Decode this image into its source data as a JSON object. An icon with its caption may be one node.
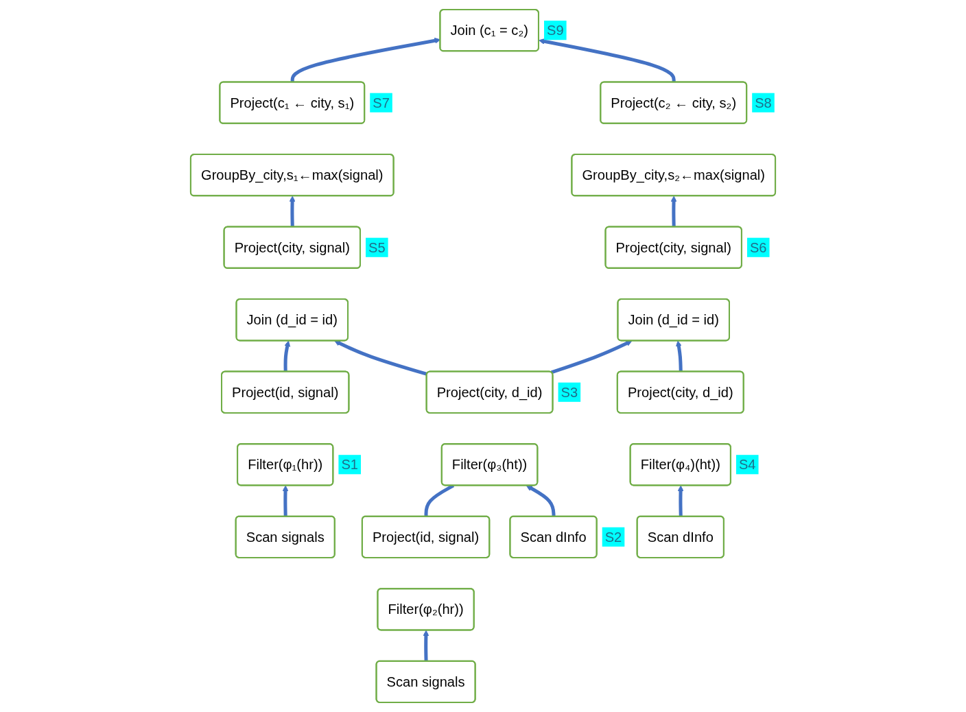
{
  "diagram": {
    "nodes": [
      {
        "text": [
          "Join (c₁ = c₂)"
        ],
        "beside": [
          "S9"
        ]
      },
      {
        "text": [
          "Project(c₁ ← city, s₁)"
        ],
        "beside": [
          "S7"
        ]
      },
      {
        "text": [
          "GroupBy_city,s₁←max(signal)"
        ]
      },
      {
        "text": [
          "Project(c₂ ← city, s₂)"
        ],
        "beside": [
          "S8"
        ]
      },
      {
        "text": [
          "GroupBy_city,s₂←max(signal)"
        ]
      },
      {
        "text": [
          "Project(city, signal)"
        ],
        "beside": [
          "S5"
        ]
      },
      {
        "text": [
          "Join (d_id = id)"
        ]
      },
      {
        "text": [
          "Project(city, signal)"
        ],
        "beside": [
          "S6"
        ]
      },
      {
        "text": [
          "Join (d_id = id)"
        ]
      },
      {
        "text": [
          "Project(city, d_id)"
        ],
        "beside": [
          "S3"
        ]
      },
      {
        "text": [
          "Filter(φ₃(ht))"
        ]
      },
      {
        "text": [
          "Project(city, d_id)"
        ]
      },
      {
        "text": [
          "Filter(φ₄)(ht))"
        ],
        "beside": [
          "S4"
        ]
      },
      {
        "text": [
          "Project(id, signal)"
        ]
      },
      {
        "text": [
          "Project(id, signal)"
        ]
      },
      {
        "text": [
          "Filter(φ₁(hr))"
        ],
        "beside": [
          "S1"
        ]
      },
      {
        "text": [
          "Filter(φ₂(hr))"
        ]
      },
      {
        "text": [
          "Scan signals"
        ]
      },
      {
        "text": [
          "Scan signals"
        ]
      },
      {
        "text": [
          "Scan dInfo"
        ],
        "beside": [
          "S2"
        ]
      },
      {
        "text": [
          "Scan dInfo"
        ]
      }
    ],
    "edges": [
      {
        "from": 17,
        "to": 15,
        "arrow": "to"
      },
      {
        "from": 18,
        "to": 16,
        "arrow": "to"
      },
      {
        "from": 13,
        "to": 6,
        "arrow": "to"
      },
      {
        "from": 14,
        "to": 10,
        "arrow": "none"
      },
      {
        "from": 19,
        "to": 10,
        "arrow": "to"
      },
      {
        "from": 20,
        "to": 12,
        "arrow": "to"
      },
      {
        "from": 9,
        "to": 6,
        "arrow": "to"
      },
      {
        "from": 9,
        "to": 8,
        "arrow": "to"
      },
      {
        "from": 11,
        "to": 8,
        "arrow": "to"
      },
      {
        "from": 5,
        "to": 2,
        "arrow": "to"
      },
      {
        "from": 7,
        "to": 4,
        "arrow": "to"
      },
      {
        "from": 1,
        "to": 0,
        "arrow": "to"
      },
      {
        "from": 3,
        "to": 0,
        "arrow": "to"
      }
    ]
  }
}
